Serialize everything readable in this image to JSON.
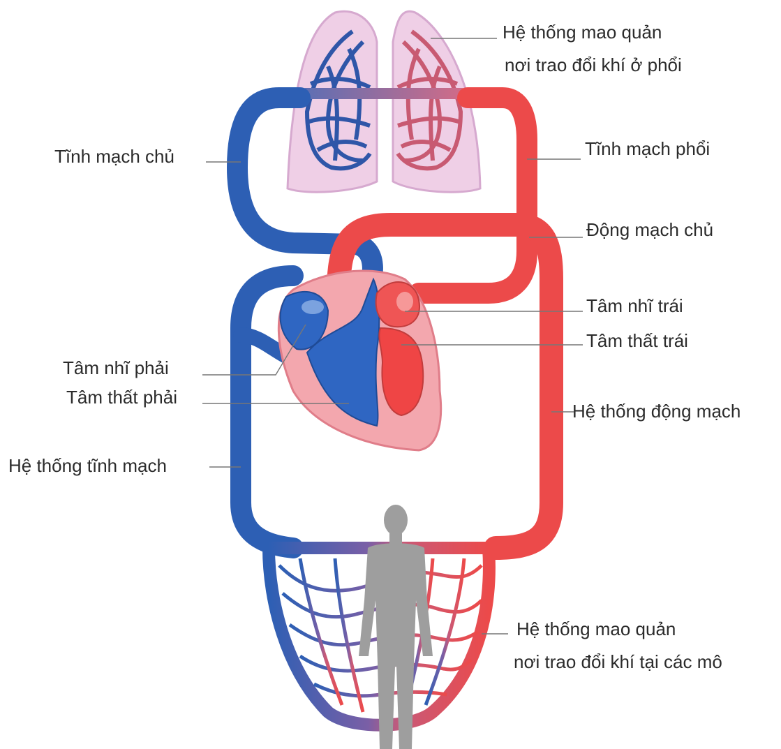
{
  "labels": {
    "lung_capillaries_1": "Hệ thống mao quản",
    "lung_capillaries_2": "nơi trao đổi khí ở phổi",
    "vena_cava": "Tĩnh mạch chủ",
    "pulmonary_vein": "Tĩnh mạch phổi",
    "aorta": "Động mạch chủ",
    "left_atrium": "Tâm nhĩ trái",
    "left_ventricle": "Tâm thất trái",
    "right_atrium": "Tâm nhĩ phải",
    "right_ventricle": "Tâm thất phải",
    "arterial_system": "Hệ thống động mạch",
    "venous_system": "Hệ thống tĩnh mạch",
    "tissue_capillaries_1": "Hệ thống mao quản",
    "tissue_capillaries_2": "nơi trao đổi khí tại các mô"
  },
  "colors": {
    "vein_blue": "#2d5fb4",
    "artery_red": "#ec4a4a",
    "lung_pink": "#efcfe6",
    "heart_pink": "#f08c96",
    "human_gray": "#9e9e9e"
  }
}
